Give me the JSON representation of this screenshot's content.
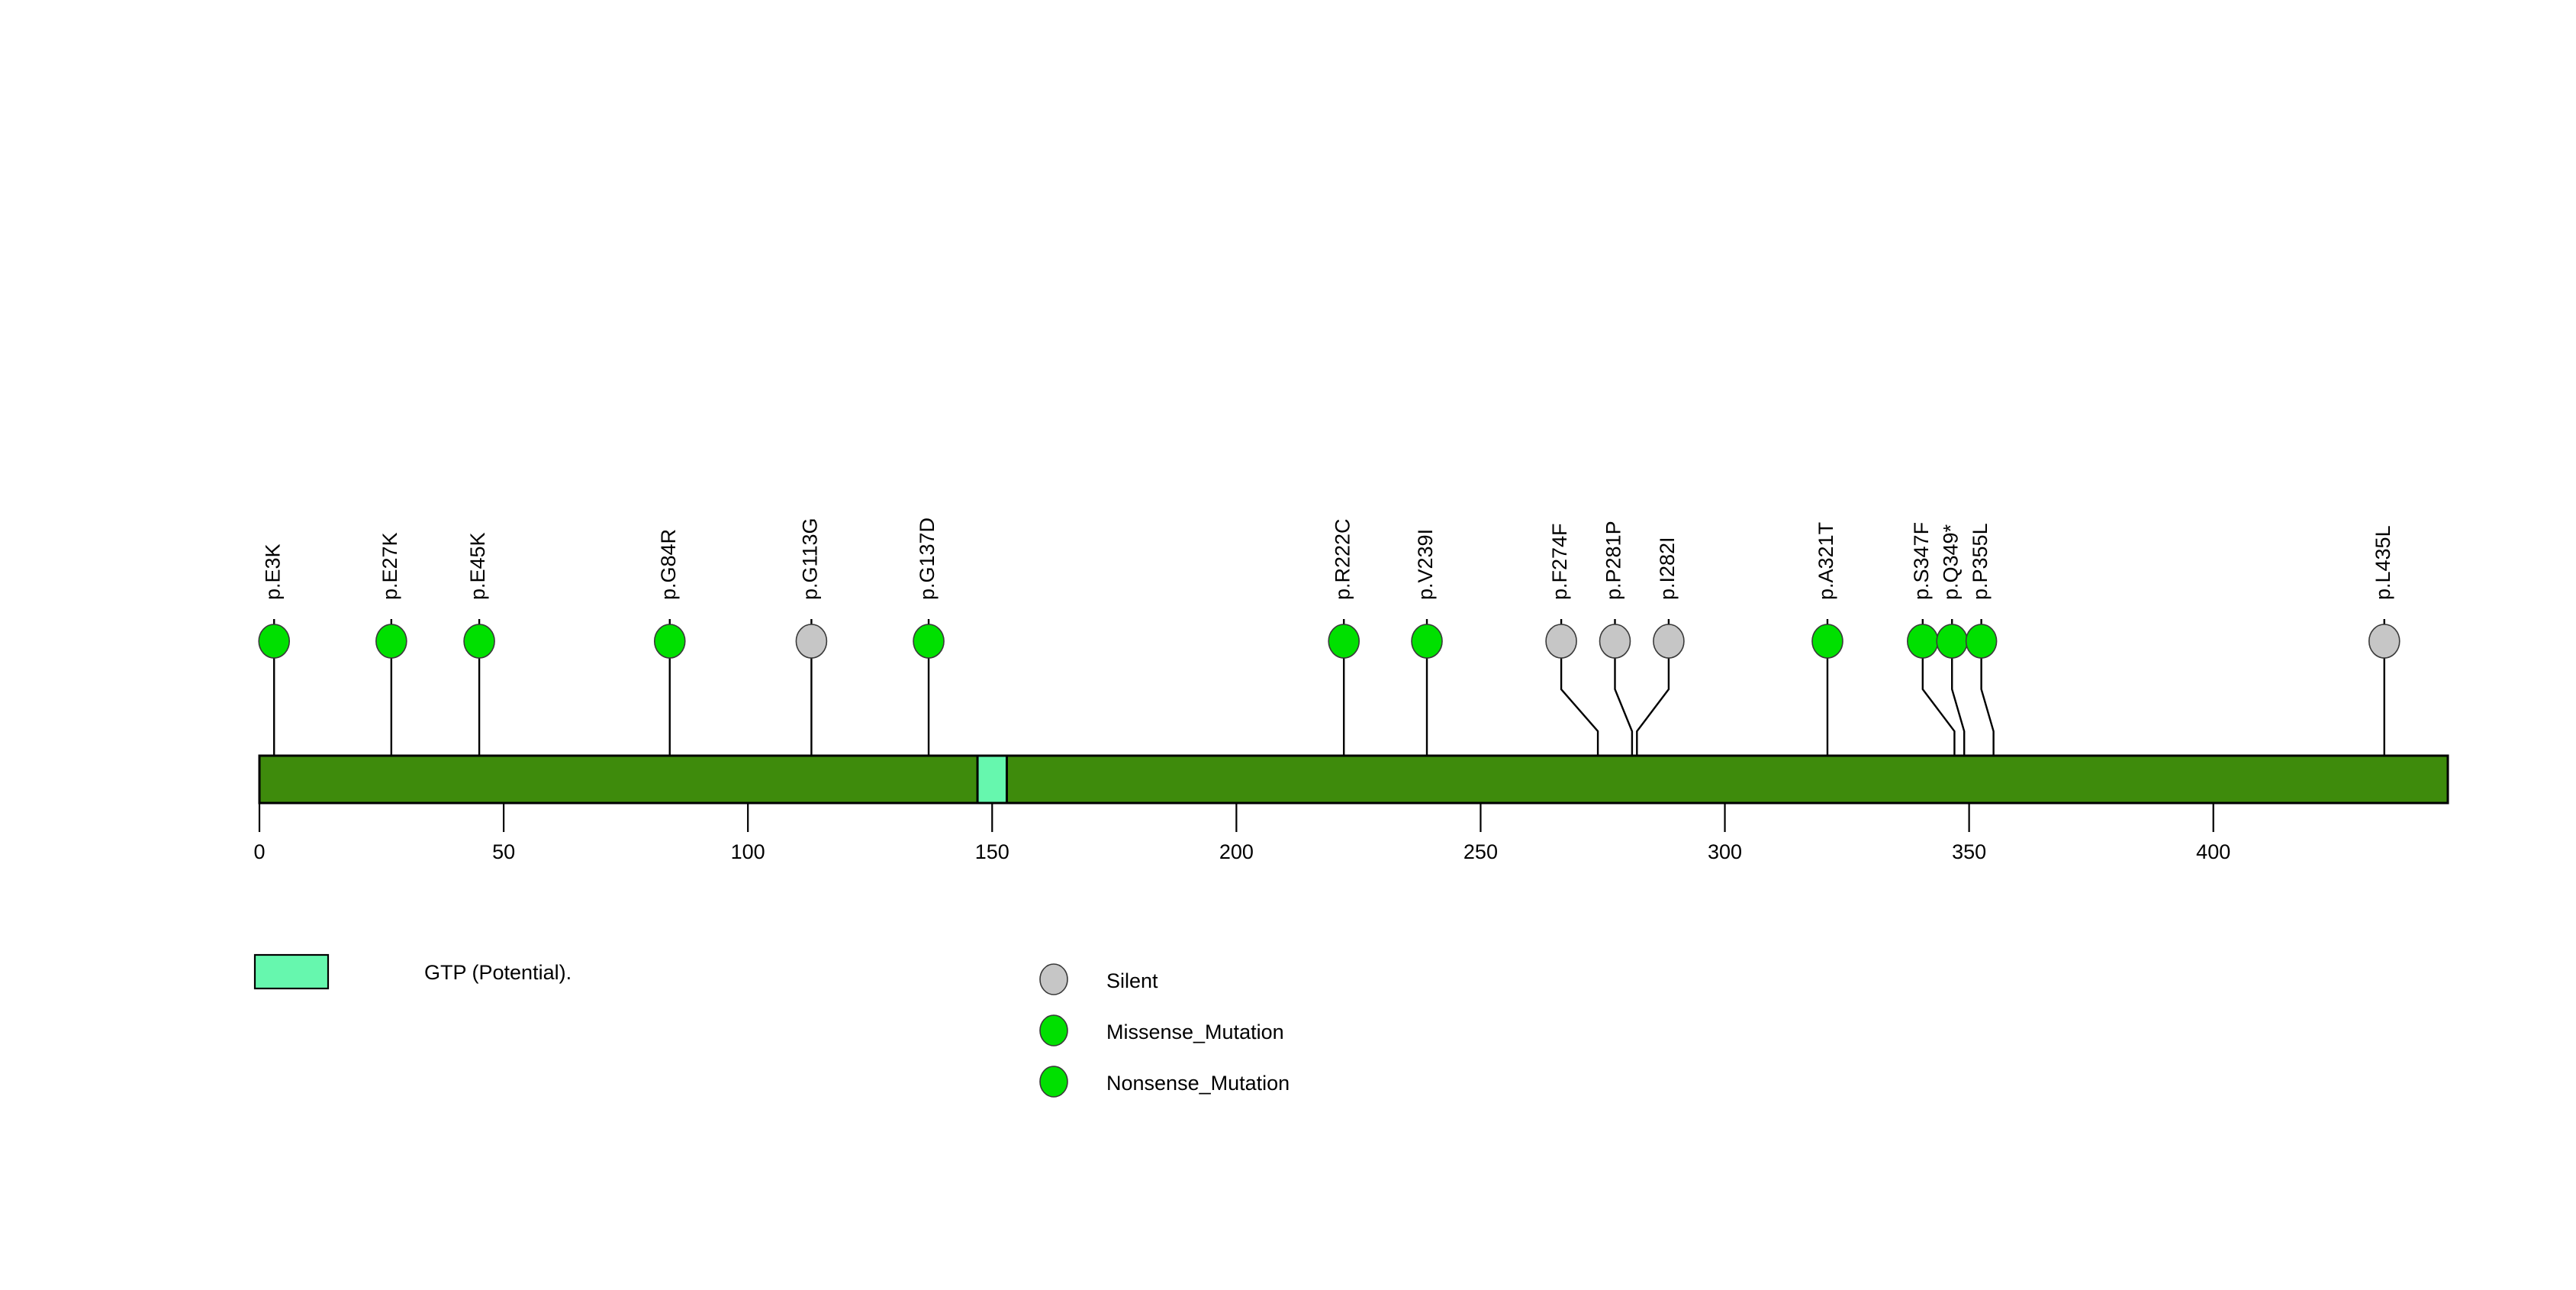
{
  "figure": {
    "type": "lollipop-plot",
    "background": "#FFFFFF"
  },
  "chart_data": {
    "type": "scatter",
    "title": "",
    "xlabel": "",
    "ylabel": "",
    "xlim": [
      0,
      448
    ],
    "xticks": [
      0,
      50,
      100,
      150,
      200,
      250,
      300,
      350,
      400
    ],
    "xtick_labels": [
      "0",
      "50",
      "100",
      "150",
      "200",
      "250",
      "300",
      "350",
      "400"
    ],
    "grid": false,
    "legend_position": "bottom",
    "protein": {
      "length": 448,
      "color": "#3E8B0C",
      "border_color": "#000000"
    },
    "domains": [
      {
        "name": "GTP (Potential).",
        "start": 147,
        "end": 153,
        "color": "#66F7AE",
        "border_color": "#000000"
      }
    ],
    "mutation_types": [
      {
        "name": "Silent",
        "color": "#C6C6C6"
      },
      {
        "name": "Missense_Mutation",
        "color": "#00E000"
      },
      {
        "name": "Nonsense_Mutation",
        "color": "#00E000"
      }
    ],
    "mutations": [
      {
        "label": "p.E3K",
        "position": 3,
        "type": "Missense_Mutation",
        "color": "#00E000",
        "count": 1,
        "head_x": 3,
        "bent": false
      },
      {
        "label": "p.E27K",
        "position": 27,
        "type": "Missense_Mutation",
        "color": "#00E000",
        "count": 1,
        "head_x": 27,
        "bent": false
      },
      {
        "label": "p.E45K",
        "position": 45,
        "type": "Missense_Mutation",
        "color": "#00E000",
        "count": 1,
        "head_x": 45,
        "bent": false
      },
      {
        "label": "p.G84R",
        "position": 84,
        "type": "Missense_Mutation",
        "color": "#00E000",
        "count": 1,
        "head_x": 84,
        "bent": false
      },
      {
        "label": "p.G113G",
        "position": 113,
        "type": "Silent",
        "color": "#C6C6C6",
        "count": 1,
        "head_x": 113,
        "bent": false
      },
      {
        "label": "p.G137D",
        "position": 137,
        "type": "Missense_Mutation",
        "color": "#00E000",
        "count": 1,
        "head_x": 137,
        "bent": false
      },
      {
        "label": "p.R222C",
        "position": 222,
        "type": "Missense_Mutation",
        "color": "#00E000",
        "count": 1,
        "head_x": 222,
        "bent": false
      },
      {
        "label": "p.V239I",
        "position": 239,
        "type": "Missense_Mutation",
        "color": "#00E000",
        "count": 1,
        "head_x": 239,
        "bent": false
      },
      {
        "label": "p.F274F",
        "position": 274,
        "type": "Silent",
        "color": "#C6C6C6",
        "count": 1,
        "head_x": 266.5,
        "bent": true
      },
      {
        "label": "p.P281P",
        "position": 281,
        "type": "Silent",
        "color": "#C6C6C6",
        "count": 1,
        "head_x": 277.5,
        "bent": true
      },
      {
        "label": "p.I282I",
        "position": 282,
        "type": "Silent",
        "color": "#C6C6C6",
        "count": 1,
        "head_x": 288.5,
        "bent": true
      },
      {
        "label": "p.A321T",
        "position": 321,
        "type": "Missense_Mutation",
        "color": "#00E000",
        "count": 1,
        "head_x": 321,
        "bent": false
      },
      {
        "label": "p.S347F",
        "position": 347,
        "type": "Missense_Mutation",
        "color": "#00E000",
        "count": 1,
        "head_x": 340.5,
        "bent": true
      },
      {
        "label": "p.Q349*",
        "position": 349,
        "type": "Nonsense_Mutation",
        "color": "#00E000",
        "count": 1,
        "head_x": 346.5,
        "bent": true
      },
      {
        "label": "p.P355L",
        "position": 355,
        "type": "Missense_Mutation",
        "color": "#00E000",
        "count": 1,
        "head_x": 352.5,
        "bent": true
      },
      {
        "label": "p.L435L",
        "position": 435,
        "type": "Silent",
        "color": "#C6C6C6",
        "count": 1,
        "head_x": 435,
        "bent": false
      }
    ]
  },
  "legend": {
    "domain_entries": [
      {
        "label": "GTP (Potential).",
        "color": "#66F7AE",
        "shape": "rect"
      }
    ],
    "mutation_entries": [
      {
        "label": "Silent",
        "color": "#C6C6C6",
        "shape": "circle"
      },
      {
        "label": "Missense_Mutation",
        "color": "#00E000",
        "shape": "circle"
      },
      {
        "label": "Nonsense_Mutation",
        "color": "#00E000",
        "shape": "circle"
      }
    ]
  }
}
